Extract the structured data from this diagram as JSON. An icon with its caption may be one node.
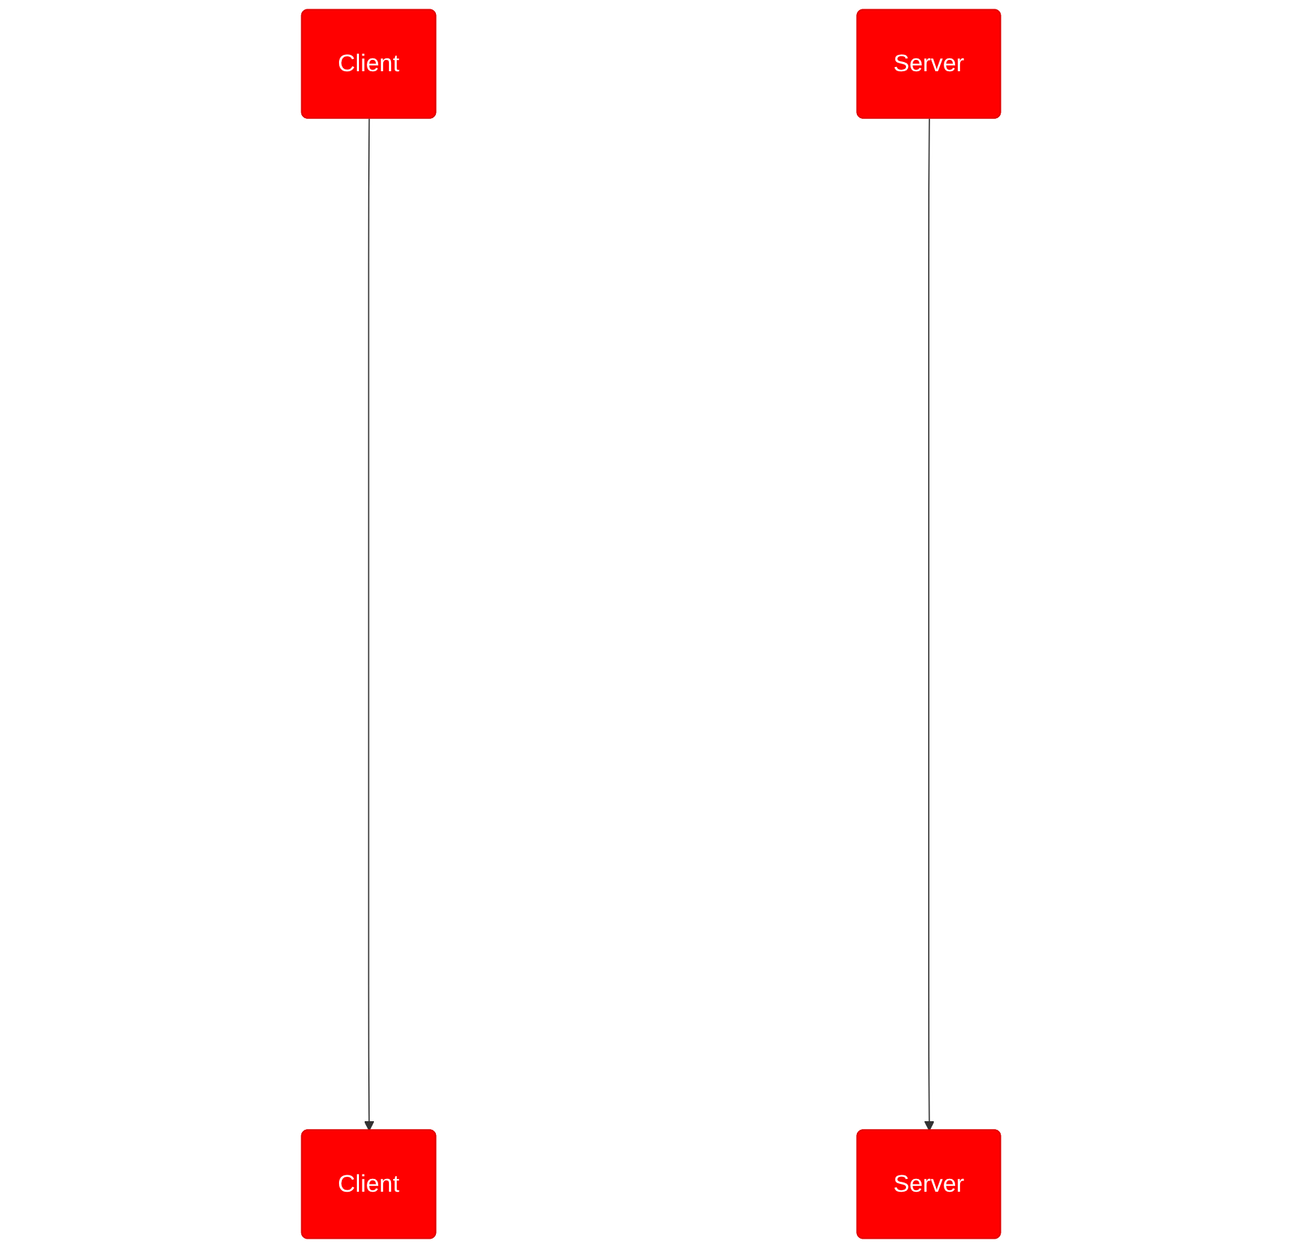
{
  "diagram": {
    "nodes": [
      {
        "text": [
          "Client"
        ]
      },
      {
        "text": [
          "Server"
        ]
      },
      {
        "text": [
          "Client"
        ]
      },
      {
        "text": [
          "Server"
        ]
      }
    ],
    "edges": [
      {
        "from": 0,
        "to": 2,
        "arrow": "to"
      },
      {
        "from": 1,
        "to": 3,
        "arrow": "to"
      }
    ]
  }
}
